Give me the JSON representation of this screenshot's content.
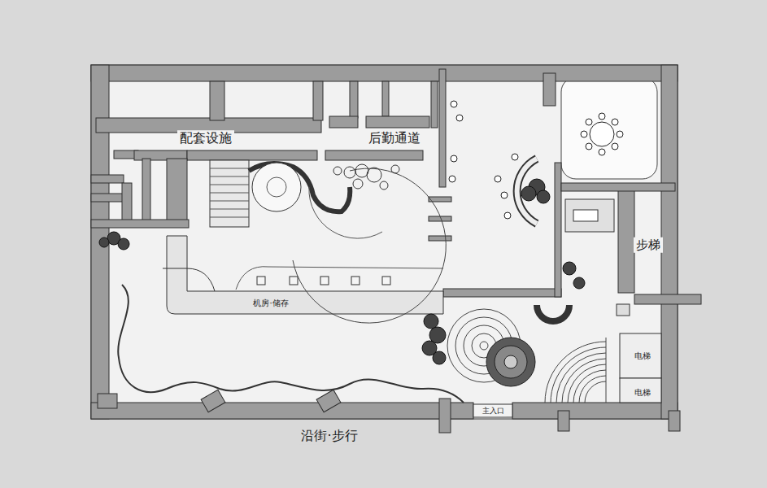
{
  "diagram": {
    "labels": [
      "配套设施",
      "后勤通道",
      "步梯",
      "机房·储存",
      "电梯",
      "电梯",
      "沿街·步行",
      "主入口"
    ]
  }
}
